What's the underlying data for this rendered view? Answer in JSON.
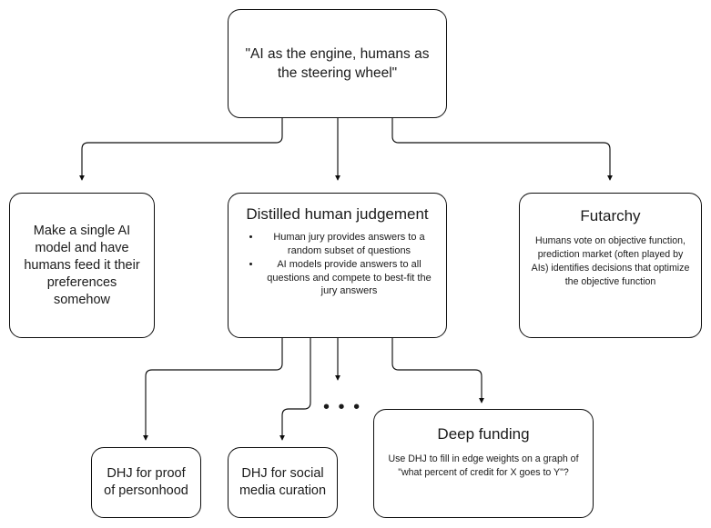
{
  "diagram": {
    "title_node": {
      "id": "ai-engine-humans-steering",
      "text": "\"AI as the engine, humans as the steering wheel\""
    },
    "level2": [
      {
        "id": "single-ai-model",
        "title": "",
        "text": "Make a single AI model and have humans feed it their preferences somehow"
      },
      {
        "id": "distilled-human-judgement",
        "title": "Distilled human judgement",
        "bullets": [
          "Human jury provides answers to a random subset of questions",
          "AI models provide answers to all questions and compete to best-fit the jury answers"
        ]
      },
      {
        "id": "futarchy",
        "title": "Futarchy",
        "text": "Humans vote on objective function, prediction market (often played by AIs) identifies decisions that optimize the objective function"
      }
    ],
    "level3": [
      {
        "id": "dhj-proof-of-personhood",
        "text": "DHJ for proof of personhood"
      },
      {
        "id": "dhj-social-media-curation",
        "text": "DHJ for social media curation"
      },
      {
        "id": "deep-funding",
        "title": "Deep funding",
        "text": "Use DHJ to fill in edge weights on a graph of \"what percent of credit for X goes to Y\"?"
      }
    ],
    "ellipsis": "• • •",
    "colors": {
      "background": "#ffffff",
      "stroke": "#0d0d0d",
      "text": "#1a1a1a"
    }
  }
}
